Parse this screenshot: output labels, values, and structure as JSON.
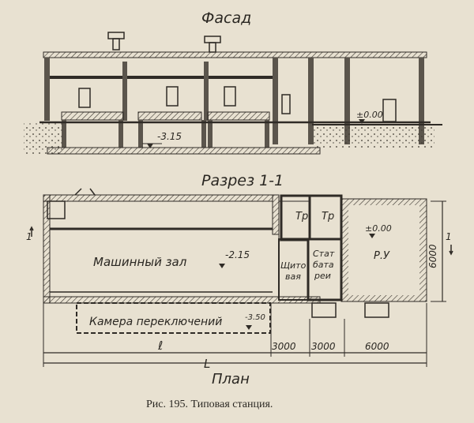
{
  "labels": {
    "facade": "Фасад",
    "section": "Разрез 1-1",
    "plan": "План",
    "machine_hall": "Машинный зал",
    "switch_chamber": "Камера переключений",
    "tr1": "Тр",
    "tr2": "Тр",
    "panel_room": [
      "Щито",
      "вая"
    ],
    "battery_room": [
      "Стат",
      "бата",
      "реи"
    ],
    "ru": "Р.У",
    "level_section_low": "-3.15",
    "level_section_zero": "±0.00",
    "level_plan_hall": "-2.15",
    "level_plan_zero": "±0.00",
    "level_plan_chamber": "-3.50",
    "section_mark_left": "1",
    "section_mark_right": "1",
    "dim_3000a": "3000",
    "dim_3000b": "3000",
    "dim_6000_h": "6000",
    "dim_6000_v": "6000",
    "dim_l": "ℓ",
    "dim_L": "L",
    "caption": "Рис. 195. Типовая станция."
  }
}
